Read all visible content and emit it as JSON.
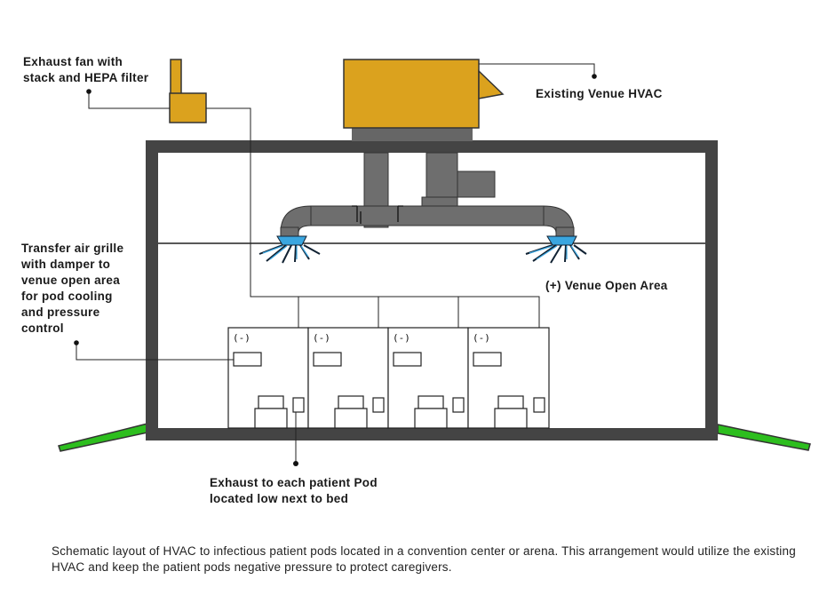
{
  "labels": {
    "exhaust_fan": "Exhaust fan with\nstack and HEPA filter",
    "existing_hvac": "Existing Venue HVAC",
    "transfer_grille": "Transfer air grille\nwith damper to\nvenue open area\nfor pod cooling\nand pressure\ncontrol",
    "venue_open_area": "(+) Venue Open Area",
    "exhaust_pods": "Exhaust to each patient Pod\nlocated low next to bed"
  },
  "pods": [
    {
      "pressure": "(-)"
    },
    {
      "pressure": "(-)"
    },
    {
      "pressure": "(-)"
    },
    {
      "pressure": "(-)"
    }
  ],
  "caption": "Schematic layout of HVAC to infectious patient pods located in a convention center or arena. This arrangement would utilize the existing HVAC and keep the patient pods negative pressure to protect caregivers.",
  "colors": {
    "equipment": "#DBA21E",
    "building_wall": "#444444",
    "duct": "#6E6E6E",
    "ground": "#2DBE1E",
    "diffuser": "#3AA6E0"
  }
}
